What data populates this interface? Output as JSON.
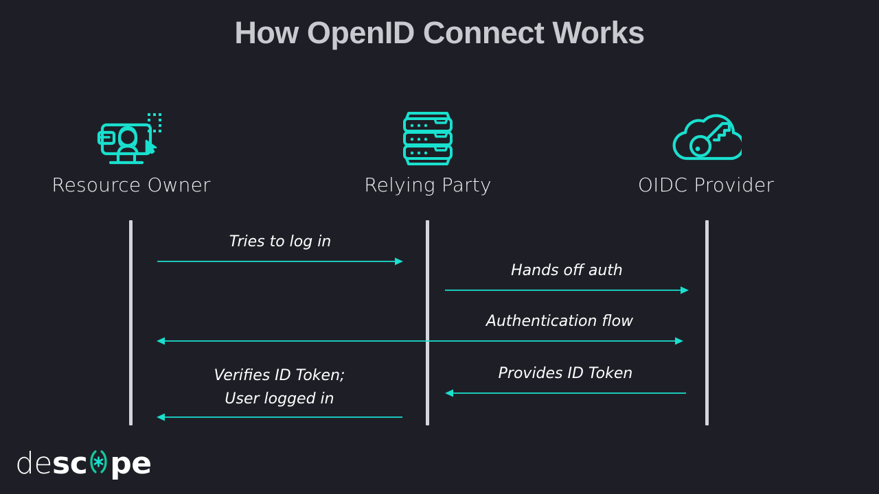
{
  "slide": {
    "title": "How OpenID Connect Works",
    "background_color": "#1e1f26",
    "accent_color": "#19e0cf",
    "lifeline_color": "#d4d6dc",
    "title_color": "#c9cacf",
    "label_color": "#ffffff"
  },
  "actors": [
    {
      "id": "resource-owner",
      "label": "Resource Owner",
      "icon": "user-on-monitor-icon"
    },
    {
      "id": "relying-party",
      "label": "Relying Party",
      "icon": "server-rack-icon"
    },
    {
      "id": "oidc-provider",
      "label": "OIDC Provider",
      "icon": "cloud-key-icon"
    }
  ],
  "messages": [
    {
      "id": "tries-to-log-in",
      "label": "Tries to log in",
      "from": "resource-owner",
      "to": "relying-party",
      "direction": "right"
    },
    {
      "id": "hands-off-auth",
      "label": "Hands off auth",
      "from": "relying-party",
      "to": "oidc-provider",
      "direction": "right"
    },
    {
      "id": "authentication-flow",
      "label": "Authentication flow",
      "from": "resource-owner",
      "to": "oidc-provider",
      "direction": "both"
    },
    {
      "id": "verifies-id-token",
      "label": "Verifies ID Token;\nUser logged in",
      "from": "relying-party",
      "to": "resource-owner",
      "direction": "left"
    },
    {
      "id": "provides-id-token",
      "label": "Provides ID Token",
      "from": "oidc-provider",
      "to": "relying-party",
      "direction": "left"
    }
  ],
  "logo": {
    "part_thin": "de",
    "part_bold_1": "sc",
    "part_o": "o",
    "part_bold_2": "pe",
    "accent_color": "#19e0cf"
  }
}
